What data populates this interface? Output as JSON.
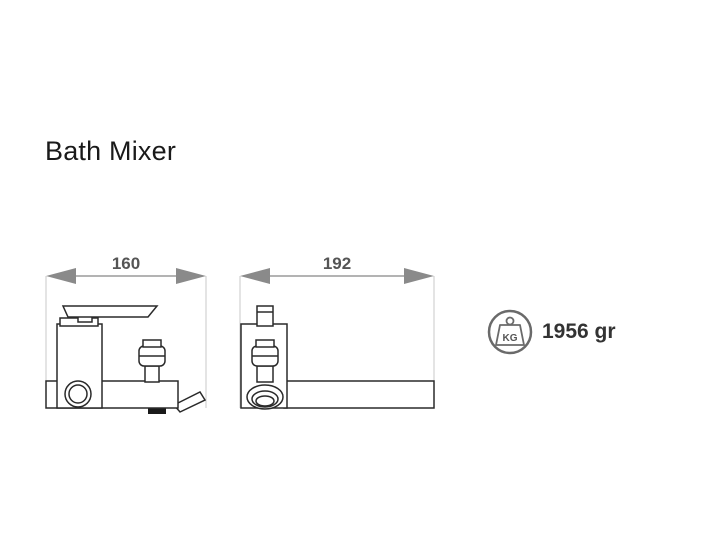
{
  "title": "Bath Mixer",
  "dimensions": {
    "front_width": "160",
    "side_depth": "192"
  },
  "weight": {
    "value": "1956 gr",
    "unit_badge": "KG",
    "icon": "weight-kg-icon"
  },
  "colors": {
    "line": "#2a2a2a",
    "dimension": "#8a8a8a",
    "text": "#1a1a1a"
  }
}
